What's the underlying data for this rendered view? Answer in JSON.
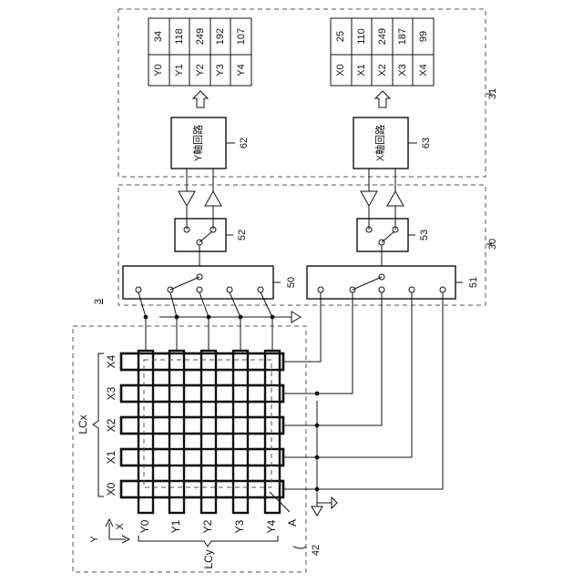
{
  "figure_ref": "3",
  "blocks": {
    "readout": {
      "ref": "31"
    },
    "processing": {
      "ref": "30"
    },
    "panel": {
      "ref": "42"
    }
  },
  "y_table": {
    "labels": [
      "Y0",
      "Y1",
      "Y2",
      "Y3",
      "Y4"
    ],
    "values": [
      "34",
      "118",
      "249",
      "192",
      "107"
    ]
  },
  "x_table": {
    "labels": [
      "X0",
      "X1",
      "X2",
      "X3",
      "X4"
    ],
    "values": [
      "25",
      "110",
      "249",
      "187",
      "99"
    ]
  },
  "y_circuit": {
    "label": "Y軸回路",
    "ref": "62"
  },
  "x_circuit": {
    "label": "X軸回路",
    "ref": "63"
  },
  "switches": {
    "y_ref": "52",
    "x_ref": "53"
  },
  "multiplexers": {
    "y_ref": "50",
    "x_ref": "51"
  },
  "electrodes": {
    "x_labels": [
      "X4",
      "X3",
      "X2",
      "X1",
      "X0"
    ],
    "y_labels": [
      "Y0",
      "Y1",
      "Y2",
      "Y3",
      "Y4"
    ],
    "group_x": "LCx",
    "group_y": "LCy",
    "point": "A"
  },
  "axes": {
    "x": "X",
    "y": "Y"
  }
}
